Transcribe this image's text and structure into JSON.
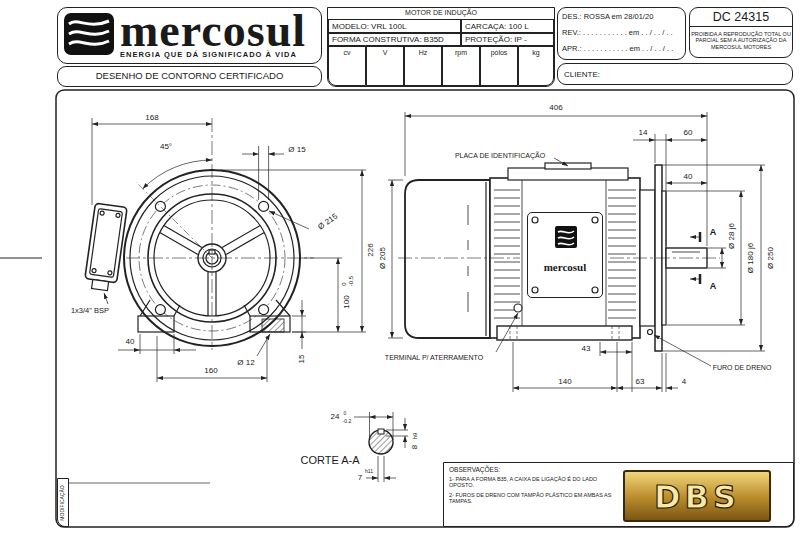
{
  "diagram": {
    "nodes": [
      {
        "text": [
          "mercosul",
          "ENERGIA QUE DÁ SIGNIFICADO À VIDA"
        ]
      },
      {
        "text": [
          "DESENHO DE CONTORNO CERTIFICADO"
        ]
      },
      {
        "text": [
          "MOTOR DE INDUÇÃO"
        ]
      },
      {
        "text": [
          "MODELO: VRL 100L"
        ],
        "in": 2
      },
      {
        "text": [
          "CARCAÇA: 100 L"
        ],
        "in": 2
      },
      {
        "text": [
          "FORMA CONSTRUTIVA: B35D"
        ],
        "in": 2
      },
      {
        "text": [
          "PROTEÇÃO: IP -"
        ],
        "in": 2
      },
      {
        "text": [
          "cv"
        ],
        "in": 2
      },
      {
        "text": [
          "V"
        ],
        "in": 2
      },
      {
        "text": [
          "Hz"
        ],
        "in": 2
      },
      {
        "text": [
          "rpm"
        ],
        "in": 2
      },
      {
        "text": [
          "pólos"
        ],
        "in": 2
      },
      {
        "text": [
          "kg"
        ],
        "in": 2
      },
      {
        "text": [
          "DES.: ROSSA em 28/01/20",
          "REV.: . . . . . . . . . . . em . . / . . / . .",
          "APR.: . . . . . . . . . . . em . . / . . / . ."
        ]
      },
      {
        "text": [
          "DC 24315"
        ]
      },
      {
        "text": [
          "PROIBIDA A REPRODUÇÃO TOTAL OU PARCIAL SEM A AUTORIZAÇÃO DA MERCOSUL MOTORES"
        ]
      },
      {
        "text": [
          "CLIENTE:"
        ]
      },
      {
        "text": [
          "OBSERVAÇÕES:",
          "1- PARA A FORMA B35, A CAIXA DE LIGAÇÃO É DO LADO OPOSTO.",
          "2- FUROS DE DRENO COM TAMPÃO PLÁSTICO EM AMBAS AS TAMPAS."
        ]
      },
      {
        "text": [
          "DBS"
        ],
        "in": 17
      },
      {
        "text": [
          "mercosul"
        ]
      },
      {
        "text": [
          "MODIFICAÇÃO"
        ]
      }
    ],
    "labels": [
      "168",
      "45°",
      "Ø 15",
      "Ø 215",
      "226",
      "100",
      "0",
      "-0.5",
      "1x3/4\" BSP",
      "40",
      "Ø 12",
      "15",
      "160",
      "406",
      "14",
      "60",
      "PLACA DE IDENTIFICAÇÃO",
      "40",
      "Ø 205",
      "A",
      "Ø 28 j6",
      "Ø 180 j6",
      "Ø 250",
      "A",
      "TERMINAL P/ ATERRAMENTO",
      "43",
      "FURO DE DRENO",
      "140",
      "63",
      "4",
      "24",
      "0",
      "-0.2",
      "8",
      "h9",
      "CORTE A-A",
      "7",
      "h11"
    ]
  }
}
